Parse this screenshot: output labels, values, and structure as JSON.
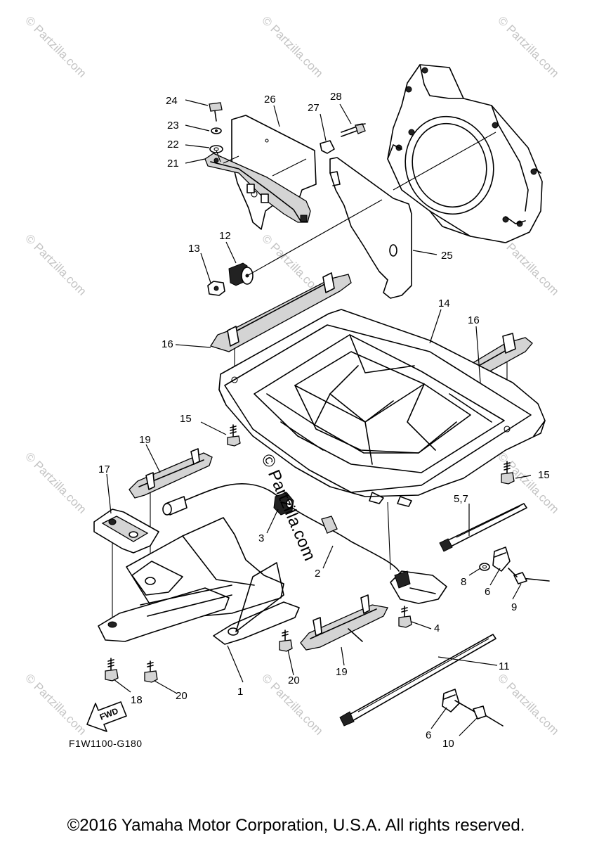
{
  "watermark": "© Partzilla.com",
  "center_watermark": "© Partzilla.com",
  "diagram_code": "F1W1100-G180",
  "fwd_label": "FWD",
  "copyright": "©2016 Yamaha Motor Corporation, U.S.A. All rights reserved.",
  "callouts": [
    "24",
    "23",
    "22",
    "21",
    "26",
    "27",
    "28",
    "25",
    "12",
    "13",
    "14",
    "16",
    "16",
    "15",
    "15",
    "19",
    "17",
    "3",
    "2",
    "5,7",
    "8",
    "6",
    "9",
    "4",
    "11",
    "19",
    "20",
    "1",
    "18",
    "20",
    "6",
    "10"
  ]
}
